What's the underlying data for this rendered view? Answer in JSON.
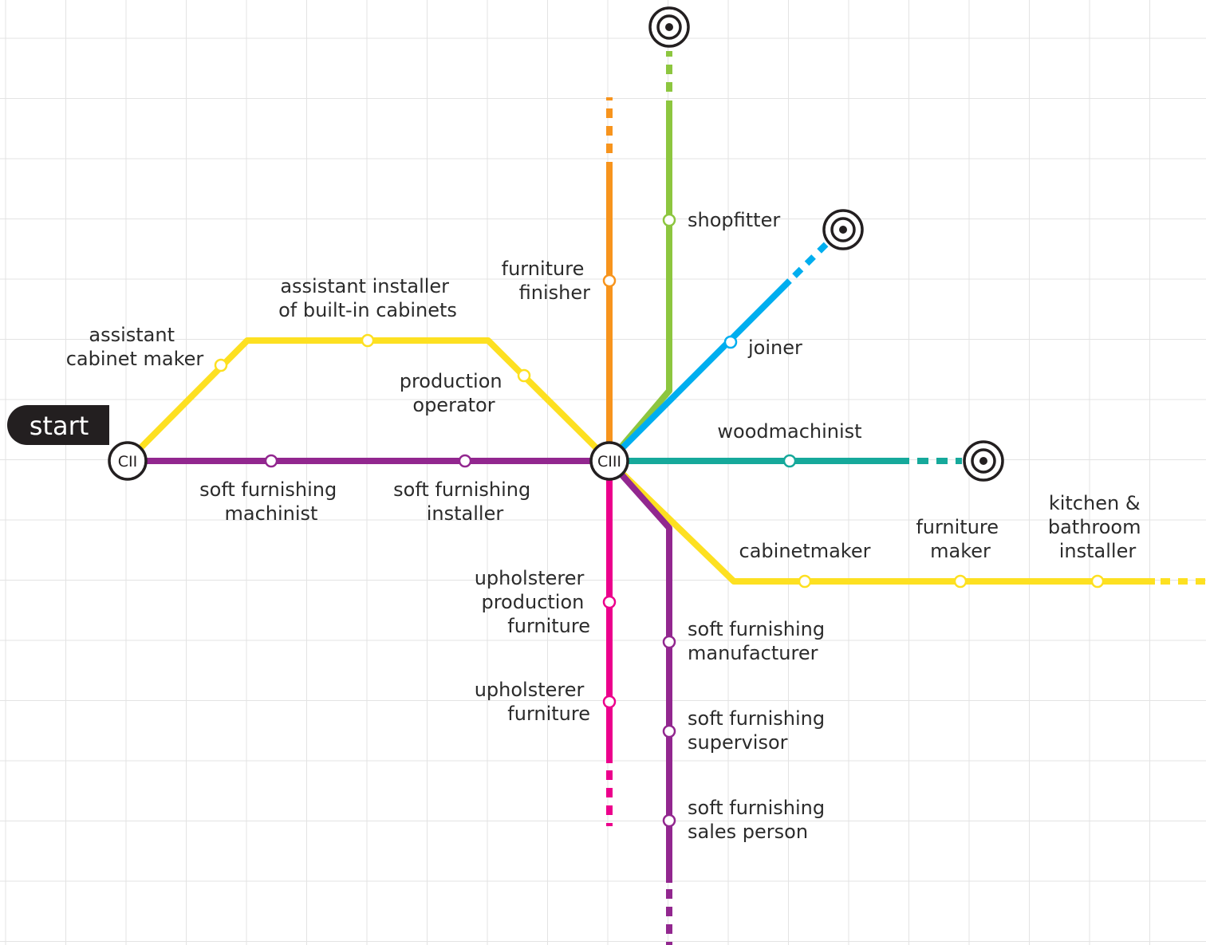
{
  "start_label": "start",
  "hubs": {
    "left": "CII",
    "center": "CIII"
  },
  "colors": {
    "yellow": "#fde021",
    "purple": "#92278f",
    "orange": "#f7941d",
    "green": "#8dc63f",
    "blue": "#00aeef",
    "teal": "#16a99b",
    "pink": "#ec008c",
    "grid": "#e3e3e3",
    "dark": "#231f20"
  },
  "stations": {
    "assistant_cabinet_maker": [
      "assistant",
      "cabinet maker"
    ],
    "assistant_installer": [
      "assistant installer",
      "of built-in cabinets"
    ],
    "production_operator": [
      "production",
      "operator"
    ],
    "soft_furnishing_machinist": [
      "soft furnishing",
      "machinist"
    ],
    "soft_furnishing_installer": [
      "soft furnishing",
      "installer"
    ],
    "furniture_finisher": [
      "furniture",
      "finisher"
    ],
    "shopfitter": [
      "shopfitter"
    ],
    "joiner": [
      "joiner"
    ],
    "woodmachinist": [
      "woodmachinist"
    ],
    "cabinetmaker": [
      "cabinetmaker"
    ],
    "furniture_maker": [
      "furniture",
      "maker"
    ],
    "kitchen_bathroom_installer": [
      "kitchen &",
      "bathroom",
      "installer"
    ],
    "upholsterer_production_furniture": [
      "upholsterer",
      "production",
      "furniture"
    ],
    "upholsterer_furniture": [
      "upholsterer",
      "furniture"
    ],
    "soft_furnishing_manufacturer": [
      "soft furnishing",
      "manufacturer"
    ],
    "soft_furnishing_supervisor": [
      "soft furnishing",
      "supervisor"
    ],
    "soft_furnishing_sales_person": [
      "soft furnishing",
      "sales person"
    ]
  }
}
